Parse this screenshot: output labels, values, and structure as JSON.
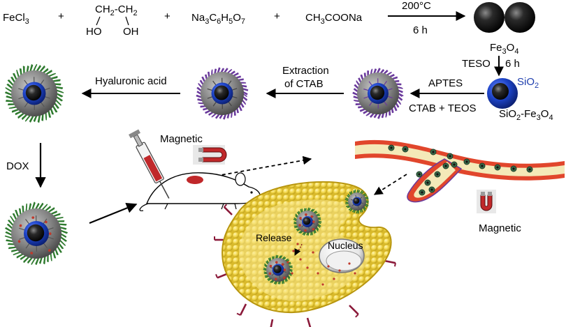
{
  "reaction": {
    "fecl3_base": "FeCl",
    "fecl3_sub": "3",
    "plus": "+",
    "diol_top_a": "CH",
    "diol_top_sub_a": "2",
    "diol_top_dash": "-CH",
    "diol_top_sub_b": "2",
    "diol_ho": "HO",
    "diol_oh": "OH",
    "citrate_a": "Na",
    "citrate_s1": "3",
    "citrate_b": "C",
    "citrate_s2": "6",
    "citrate_c": "H",
    "citrate_s3": "5",
    "citrate_d": "O",
    "citrate_s4": "7",
    "acetate": "CH",
    "acetate_sub": "3",
    "acetate_b": "COONa",
    "temperature": "200°C",
    "time": "6 h"
  },
  "labels": {
    "fe3o4_base": "Fe",
    "fe3o4_s1": "3",
    "fe3o4_b": "O",
    "fe3o4_s2": "4",
    "teso": "TESO",
    "time2": "6 h",
    "sio2_base": "SiO",
    "sio2_sub": "2",
    "sio2fe_a": "SiO",
    "sio2fe_s1": "2",
    "sio2fe_b": "-Fe",
    "sio2fe_s2": "3",
    "sio2fe_c": "O",
    "sio2fe_s3": "4",
    "aptes": "APTES",
    "ctab_teos": "CTAB + TEOS",
    "extraction_line1": "Extraction",
    "extraction_line2": "of CTAB",
    "hyaluronic": "Hyaluronic acid",
    "dox": "DOX",
    "magnetic_top": "Magnetic",
    "magnetic_right": "Magnetic",
    "release": "Release",
    "nucleus": "Nucleus"
  },
  "colors": {
    "core": "#111111",
    "silica_shell": "#1d44c8",
    "mesoporous": "#808080",
    "hyaluronic_fringe": "#2f7a2f",
    "ctab_fringe": "#6a3a9c",
    "drug": "#c0392b",
    "cell": "#f2d64a",
    "vessel_outer": "#e1462c",
    "magnet_red": "#c0282a"
  }
}
